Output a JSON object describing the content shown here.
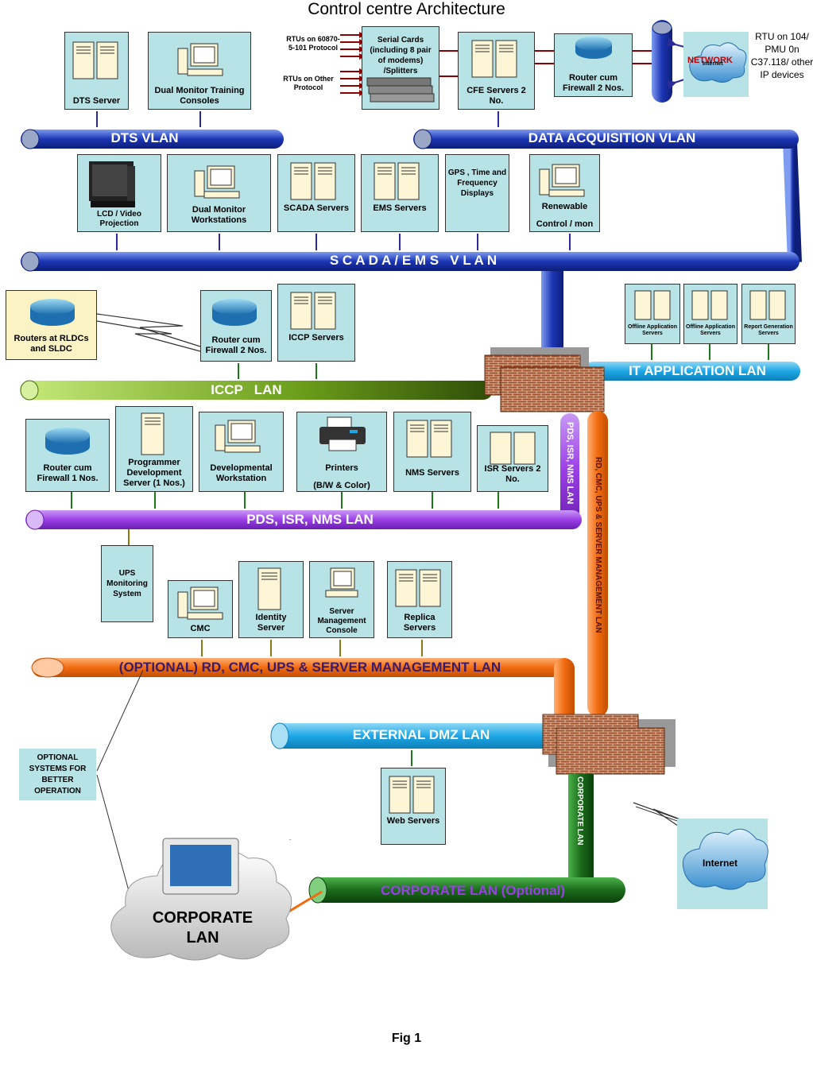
{
  "title": "Control centre Architecture",
  "caption": "Fig 1",
  "lans": {
    "dts_vlan": "DTS VLAN",
    "data_acq_vlan": "DATA ACQUISITION VLAN",
    "scada_vlan": "S C A D A / E M S   V L A N",
    "it_app_lan": "IT APPLICATION LAN",
    "iccp_lan": "ICCP   LAN",
    "pds_lan": "PDS, ISR, NMS LAN",
    "pds_vertical": "PDS, ISR, NMS LAN",
    "rd_vertical": "RD, CMC, UPS & SERVER MANAGEMENT LAN",
    "optional_lan": "(OPTIONAL) RD, CMC, UPS & SERVER MANAGEMENT LAN",
    "external_dmz": "EXTERNAL DMZ LAN",
    "corporate_vertical": "CORPORATE LAN",
    "corporate_optional": "CORPORATE LAN (Optional)"
  },
  "top": {
    "rtus_1": "RTUs on 60870-5-101 Protocol",
    "rtus_2": "RTUs on Other Protocol",
    "serial_cards": "Serial Cards (including 8 pair of modems) /Splitters",
    "rtu_right": "RTU on 104/ PMU  0n C37.118/ other IP devices",
    "network": "NETWORK",
    "internet_small": "Internet"
  },
  "nodes": {
    "dts_server": "DTS Server",
    "dual_training": "Dual Monitor Training Consoles",
    "cfe_servers": "CFE Servers 2 No.",
    "router_fw_top": "Router cum Firewall 2 Nos.",
    "lcd_video": "LCD / Video Projection",
    "dual_ws": "Dual Monitor Workstations",
    "scada_servers": "SCADA Servers",
    "ems_servers": "EMS Servers",
    "gps": "GPS , Time and Frequency Displays",
    "renewable": "Renewable",
    "renewable2": "Control / mon",
    "routers_rldc": "Routers at RLDCs and SLDC",
    "router_iccp": "Router cum Firewall 2 Nos.",
    "iccp_servers": "ICCP Servers",
    "offline_1": "Offline Application Servers",
    "offline_2": "Offline Application Servers",
    "report_gen": "Report Generation Servers",
    "router_fw1": "Router cum Firewall 1 Nos.",
    "programmer": "Programmer Development Server (1 Nos.)",
    "dev_ws": "Developmental Workstation",
    "printers": "Printers",
    "printers2": "(B/W & Color)",
    "nms": "NMS Servers",
    "isr": "ISR Servers 2 No.",
    "ups": "UPS Monitoring System",
    "cmc": "CMC",
    "identity": "Identity Server",
    "server_mgmt": "Server Management Console",
    "replica": "Replica Servers",
    "web_servers": "Web Servers",
    "optional_sys": "OPTIONAL SYSTEMS FOR BETTER OPERATION",
    "internet": "Internet",
    "corporate": "CORPORATE LAN"
  },
  "colors": {
    "node_bg": "#b7e3e6",
    "blue_lan": "#1f3fb8",
    "it_lan": "#1ea7e6",
    "iccp_green": "#6a9c1a",
    "purple": "#9b3fe6",
    "orange": "#f26b0f",
    "dmz": "#1ea7e6",
    "corp_green": "#1a6b1a",
    "brick": "#a0522d"
  }
}
